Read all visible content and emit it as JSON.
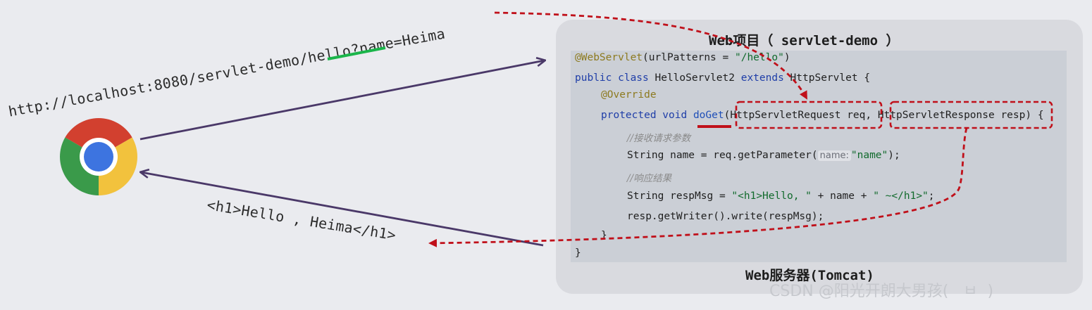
{
  "request": {
    "url": "http://localhost:8080/servlet-demo/hello?name=Heima"
  },
  "response": {
    "body": "<h1>Hello , Heima</h1>"
  },
  "server": {
    "project_title": "Web项目（ servlet-demo ）",
    "label": "Web服务器(Tomcat)"
  },
  "code": {
    "line1": {
      "annotation": "@WebServlet",
      "open": "(urlPatterns = ",
      "value": "\"/hello\"",
      "close": ")"
    },
    "line2": {
      "kw1": "public class",
      "class_name": " HelloServlet2 ",
      "kw2": "extends",
      "parent": " HttpServlet {"
    },
    "line3": {
      "annotation": "@Override"
    },
    "line4": {
      "kw": "protected void",
      "method": "doGet",
      "params": "(HttpServletRequest req, HttpServletResponse resp) {"
    },
    "line5": {
      "comment": "//接收请求参数"
    },
    "line6": {
      "prefix": "String name = req.getParameter(",
      "hint": "name:",
      "value": "\"name\"",
      "suffix": ");"
    },
    "line7": {
      "comment": "//响应结果"
    },
    "line8": {
      "prefix": "String respMsg = ",
      "value1": "\"<h1>Hello, \"",
      "mid": " + name + ",
      "value2": "\" ~</h1>\"",
      "suffix": ";"
    },
    "line9": {
      "text": "resp.getWriter().write(respMsg);"
    },
    "line10": {
      "text": "}"
    },
    "line11": {
      "text": "}"
    }
  },
  "watermark": "CSDN @阳光开朗大男孩(   ㅂ  )",
  "colors": {
    "arrow": "#4a3868",
    "dashed": "#c0101a",
    "underline_green": "#1ab54a",
    "underline_red": "#c0101a"
  }
}
